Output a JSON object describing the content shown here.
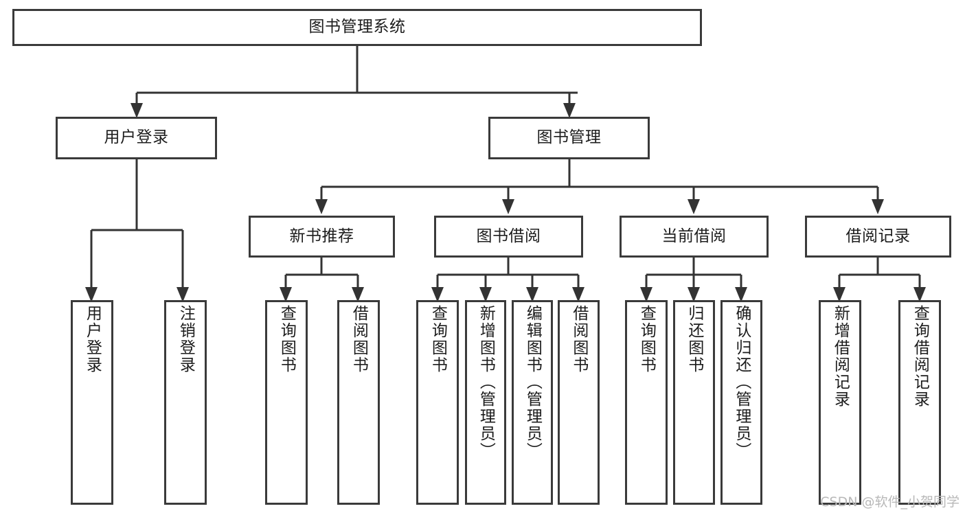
{
  "diagram": {
    "type": "tree",
    "title": "图书管理系统",
    "watermark": "CSDN @软件_小贺同学",
    "root": {
      "label": "图书管理系统",
      "level": 0
    },
    "level2": [
      {
        "id": "user-login",
        "label": "用户登录"
      },
      {
        "id": "book-manage",
        "label": "图书管理"
      }
    ],
    "level3": [
      {
        "id": "new-book-recommend",
        "label": "新书推荐",
        "parent": "book-manage"
      },
      {
        "id": "book-borrow",
        "label": "图书借阅",
        "parent": "book-manage"
      },
      {
        "id": "current-borrow",
        "label": "当前借阅",
        "parent": "book-manage"
      },
      {
        "id": "borrow-record",
        "label": "借阅记录",
        "parent": "book-manage"
      }
    ],
    "leaves": [
      {
        "id": "leaf-user-login",
        "label": "用户登录",
        "parent": "user-login"
      },
      {
        "id": "leaf-user-logout",
        "label": "注销登录",
        "parent": "user-login"
      },
      {
        "id": "leaf-query-book-1",
        "label": "查询图书",
        "parent": "new-book-recommend"
      },
      {
        "id": "leaf-borrow-book-1",
        "label": "借阅图书",
        "parent": "new-book-recommend"
      },
      {
        "id": "leaf-query-book-2",
        "label": "查询图书",
        "parent": "book-borrow"
      },
      {
        "id": "leaf-add-book",
        "label": "新增图书（管理员）",
        "parent": "book-borrow"
      },
      {
        "id": "leaf-edit-book",
        "label": "编辑图书（管理员）",
        "parent": "book-borrow"
      },
      {
        "id": "leaf-borrow-book-2",
        "label": "借阅图书",
        "parent": "book-borrow"
      },
      {
        "id": "leaf-query-book-3",
        "label": "查询图书",
        "parent": "current-borrow"
      },
      {
        "id": "leaf-return-book",
        "label": "归还图书",
        "parent": "current-borrow"
      },
      {
        "id": "leaf-confirm-return",
        "label": "确认归还（管理员）",
        "parent": "current-borrow"
      },
      {
        "id": "leaf-add-record",
        "label": "新增借阅记录",
        "parent": "borrow-record"
      },
      {
        "id": "leaf-query-record",
        "label": "查询借阅记录",
        "parent": "borrow-record"
      }
    ],
    "colors": {
      "border": "#3a3a3a",
      "text": "#1c1c1c",
      "background": "#ffffff",
      "connector": "#333333",
      "watermark": "#b8b8b8"
    }
  }
}
